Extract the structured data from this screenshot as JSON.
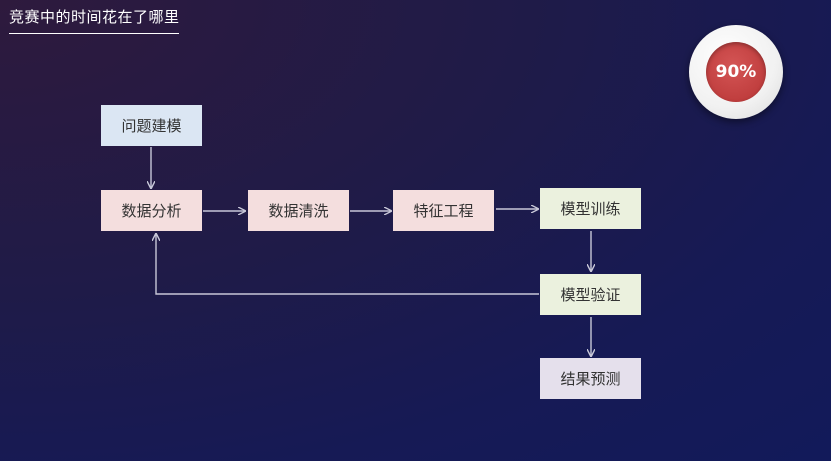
{
  "slide": {
    "title": "竞赛中的时间花在了哪里",
    "badge": "90%"
  },
  "nodes": {
    "problem_modeling": "问题建模",
    "data_analysis": "数据分析",
    "data_cleaning": "数据清洗",
    "feature_engineering": "特征工程",
    "model_training": "模型训练",
    "model_validation": "模型验证",
    "result_prediction": "结果预测"
  },
  "colors": {
    "node_blue": "#dbe6f3",
    "node_pink": "#f4dede",
    "node_green": "#ebf1de",
    "node_lilac": "#e5e0ec",
    "badge_red": "#c03e3e",
    "arrow": "#c8c8d8"
  }
}
